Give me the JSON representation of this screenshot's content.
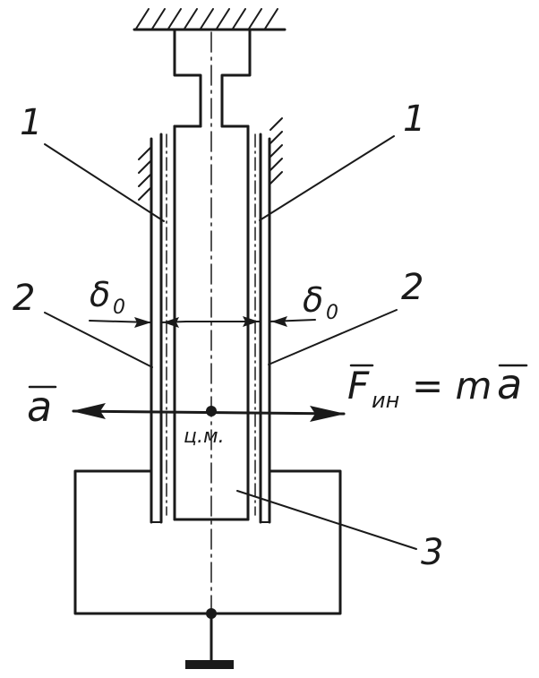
{
  "labels": {
    "callout_1_left": "1",
    "callout_1_right": "1",
    "callout_2_left": "2",
    "callout_2_right": "2",
    "callout_3": "3",
    "gap_left": "δ",
    "gap_left_sub": "0",
    "gap_right": "δ",
    "gap_right_sub": "0",
    "accel_a": "a",
    "force_F": "F",
    "force_sub": "ин",
    "force_eq": "= m",
    "force_a": "a",
    "center_mass": "ц.м."
  },
  "colors": {
    "ink": "#1a1a1a",
    "paper": "#ffffff"
  }
}
